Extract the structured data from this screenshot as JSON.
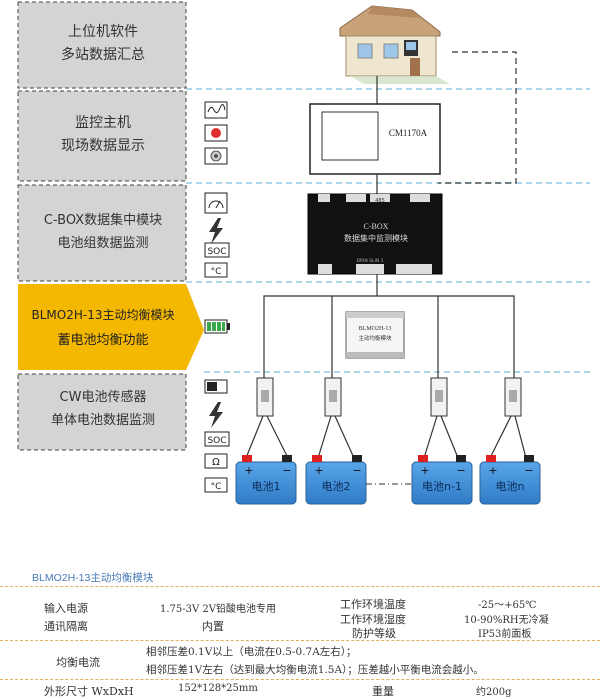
{
  "layers": [
    {
      "line1": "上位机软件",
      "line2": "多站数据汇总"
    },
    {
      "line1": "监控主机",
      "line2": "现场数据显示"
    },
    {
      "line1": "C-BOX数据集中模块",
      "line2": "电池组数据监测"
    },
    {
      "line1": "BLMO2H-13主动均衡模块",
      "line2": "蓄电池均衡功能"
    },
    {
      "line1": "CW电池传感器",
      "line2": "单体电池数据监测"
    }
  ],
  "devices": {
    "monitor_label": "CM1170A",
    "cbox_line1": "C-BOX",
    "cbox_line2": "数据集中监测模块",
    "cbox_port_a": "485",
    "cbox_port_b": "DRIN SLIN 1",
    "blmo_line1": "BLMO2H-13",
    "blmo_line2": "主动均衡模块"
  },
  "icon_labels": {
    "soc": "SOC",
    "temp": "°C",
    "ohm": "Ω"
  },
  "batteries": [
    {
      "label": "电池1"
    },
    {
      "label": "电池2"
    },
    {
      "label": "电池n-1"
    },
    {
      "label": "电池n"
    }
  ],
  "terminals": {
    "plus": "+",
    "minus": "−"
  },
  "spec": {
    "title": "BLMO2H-13主动均衡模块",
    "input_power_label": "输入电源",
    "input_power_value": "1.75-3V 2V铅酸电池专用",
    "comm_isolation_label": "通讯隔离",
    "comm_isolation_value": "内置",
    "work_temp_label": "工作环境温度",
    "work_temp_value": "-25～+65℃",
    "work_humidity_label": "工作环境湿度",
    "work_humidity_value": "10-90%RH无冷凝",
    "protection_label": "防护等级",
    "protection_value": "IP53前面板",
    "balance_current_label": "均衡电流",
    "balance_line1": "相邻压差0.1V以上（电流在0.5-0.7A左右）；",
    "balance_line2": "相邻压差1V左右（达到最大均衡电流1.5A）；压差越小平衡电流会越小。",
    "dimensions_label": "外形尺寸 WxDxH",
    "dimensions_value": "152*128*25mm",
    "weight_label": "重量",
    "weight_value": "约200g"
  },
  "colors": {
    "layer_panel": "#d4d4d4",
    "highlight_panel": "#f5b800",
    "divider": "#7cc0e0",
    "battery_fill": "#3f8ed8",
    "spec_title": "#4a7ab8",
    "spec_rule": "#e0b060"
  }
}
